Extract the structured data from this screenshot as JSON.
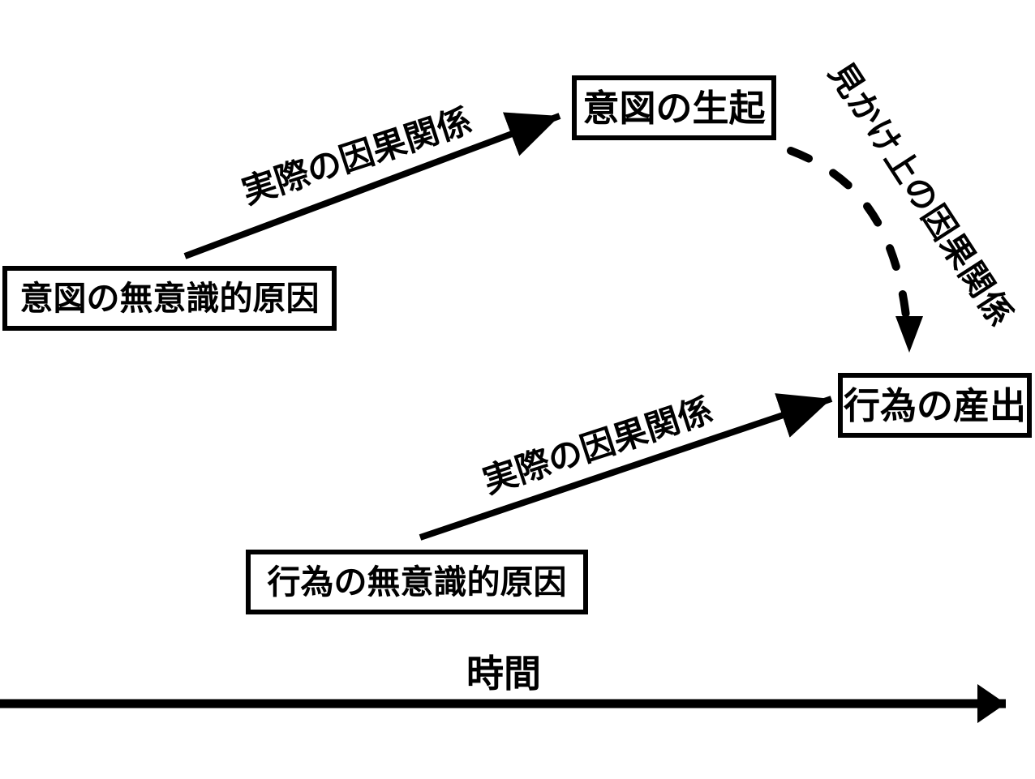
{
  "diagram": {
    "background_color": "#ffffff",
    "line_color": "#000000",
    "nodes": [
      {
        "id": "intention-emergence",
        "label": "意図の生起"
      },
      {
        "id": "unconscious-cause-of-intention",
        "label": "意図の無意識的原因"
      },
      {
        "id": "action-production",
        "label": "行為の産出"
      },
      {
        "id": "unconscious-cause-of-action",
        "label": "行為の無意識的原因"
      }
    ],
    "edges": [
      {
        "id": "actual-causation-intention",
        "style": "solid",
        "from": "unconscious-cause-of-intention",
        "to": "intention-emergence",
        "label": "実際の因果関係"
      },
      {
        "id": "actual-causation-action",
        "style": "solid",
        "from": "unconscious-cause-of-action",
        "to": "action-production",
        "label": "実際の因果関係"
      },
      {
        "id": "apparent-causation",
        "style": "dashed",
        "from": "intention-emergence",
        "to": "action-production",
        "label": "見かけ上の因果関係"
      }
    ],
    "time_axis": {
      "label": "時間"
    }
  }
}
